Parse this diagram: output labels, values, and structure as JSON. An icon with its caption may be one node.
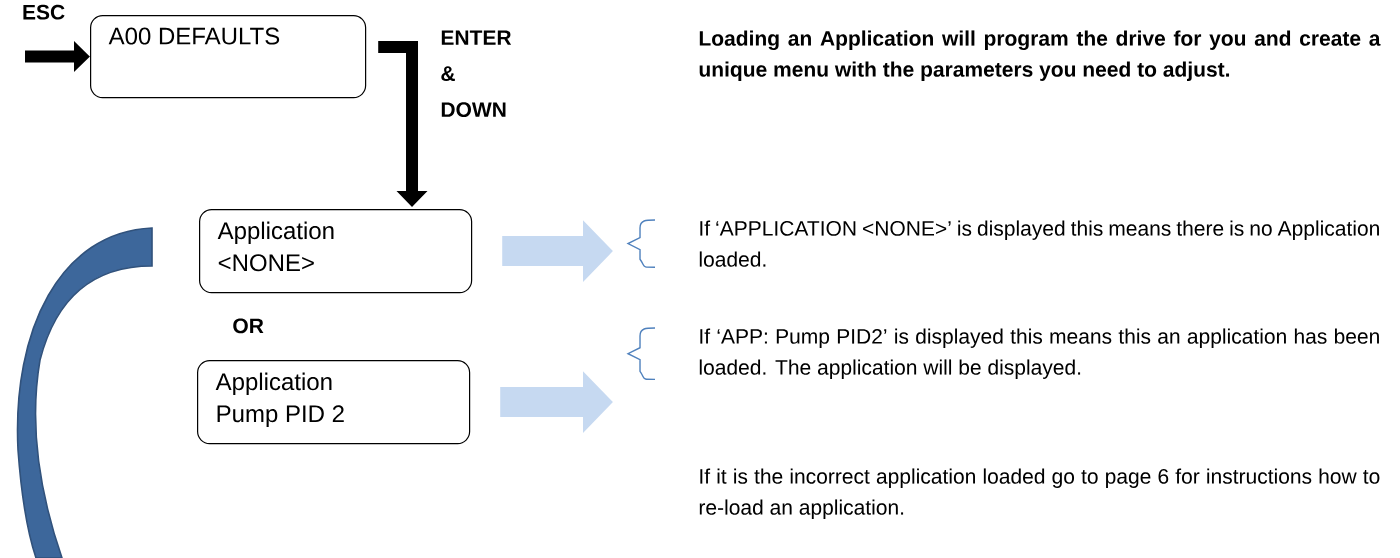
{
  "diagram": {
    "nodes": [
      {
        "text": [
          "A00 DEFAULTS"
        ]
      },
      {
        "text": [
          "Application <NONE>"
        ]
      },
      {
        "text": [
          "Application Pump PID 2"
        ]
      },
      {
        "text": [
          "If ‘APPLICATION <NONE>’ is displayed this means there is no Application loaded."
        ]
      },
      {
        "text": [
          "If ‘APP: Pump PID2’ is displayed this means this an application has been loaded. The application will be displayed."
        ]
      }
    ],
    "edges": [
      {
        "from": null,
        "to": 0,
        "arrow": "to",
        "label": "ESC"
      },
      {
        "from": 0,
        "to": 1,
        "arrow": "to",
        "label": "ENTER & DOWN"
      },
      {
        "from": 1,
        "to": 3,
        "arrow": "to",
        "color": "#c6d9f1",
        "style": "thick"
      },
      {
        "from": 2,
        "to": 4,
        "arrow": "to",
        "color": "#c6d9f1",
        "style": "thick"
      }
    ],
    "labels": [
      "Loading an Application will program the drive for you and create a unique menu with the parameters you need to adjust.",
      "OR",
      "If it is the incorrect application loaded go to page 6 for instructions how to re-load an application."
    ]
  }
}
